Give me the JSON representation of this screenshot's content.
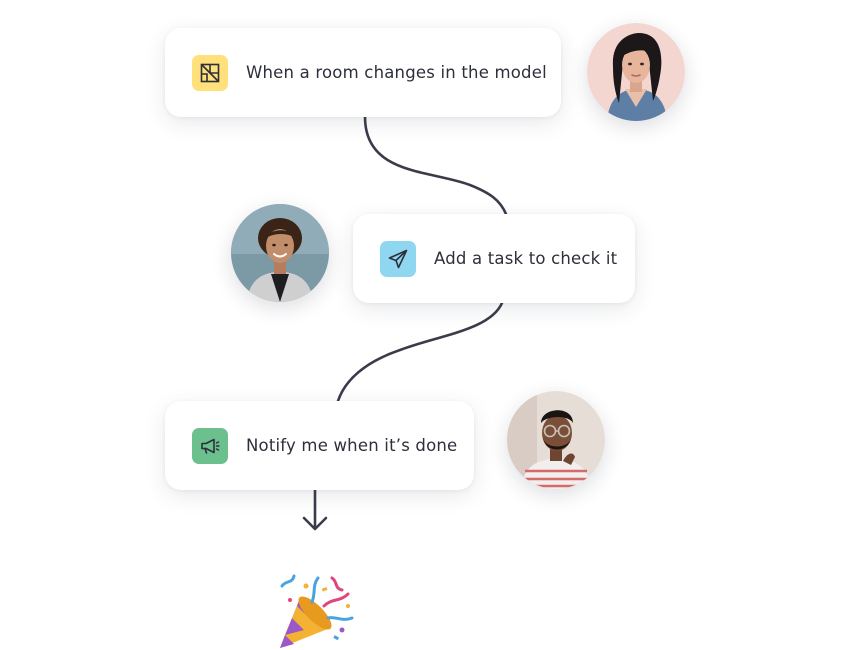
{
  "workflow": {
    "steps": [
      {
        "label": "When a room changes in the model",
        "icon": "room-plan-icon",
        "icon_bg": "#ffe07a"
      },
      {
        "label": "Add a task to check it",
        "icon": "send-icon",
        "icon_bg": "#8fd6f0"
      },
      {
        "label": "Notify me when it’s done",
        "icon": "megaphone-icon",
        "icon_bg": "#6cc08e"
      }
    ],
    "end_icon": "party-popper-icon",
    "connector_color": "#3a3c4a"
  }
}
